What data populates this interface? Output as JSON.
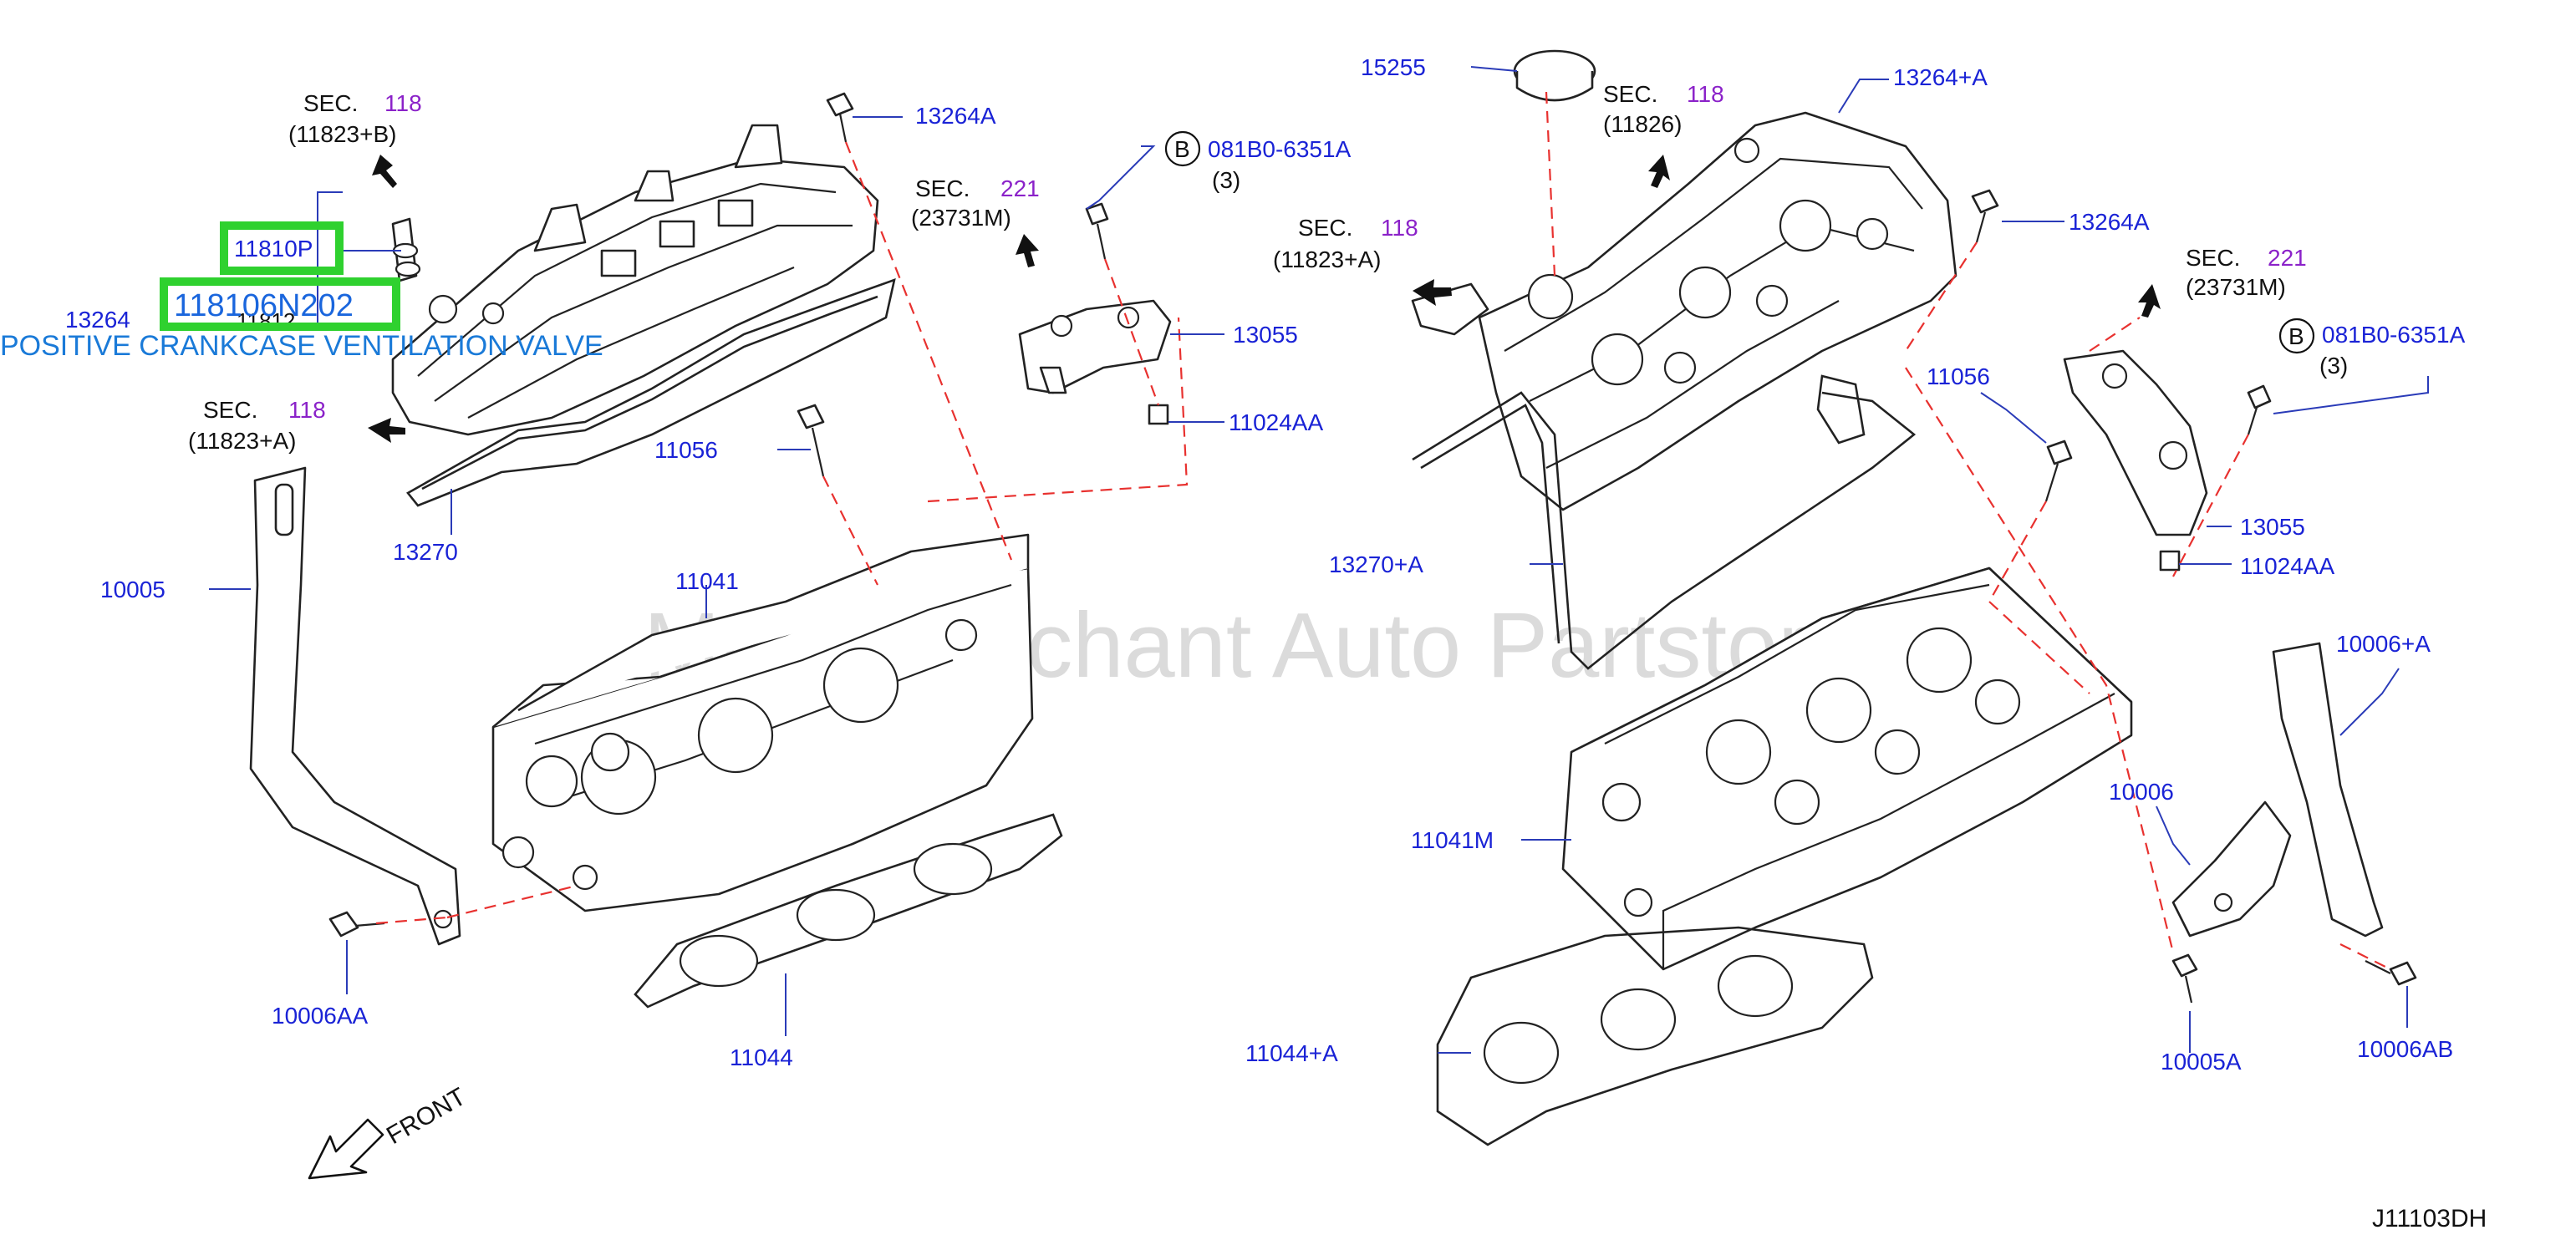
{
  "diagram_id": "J11103DH",
  "watermark": "Multi-Merchant Auto Partstore",
  "front_label": "FRONT",
  "highlight": {
    "part_number": "118106N202",
    "part_number_short": "11810P",
    "overlay_number": "11812",
    "description": "POSITIVE CRANKCASE VENTILATION VALVE",
    "highlight_color": "#2fd12f"
  },
  "sections": [
    {
      "prefix": "SEC.",
      "num": "118",
      "ref": "(11823+B)"
    },
    {
      "prefix": "SEC.",
      "num": "118",
      "ref": "(11823+A)"
    },
    {
      "prefix": "SEC.",
      "num": "221",
      "ref": "(23731M)"
    },
    {
      "prefix": "SEC.",
      "num": "118",
      "ref": "(11826)"
    },
    {
      "prefix": "SEC.",
      "num": "118",
      "ref": "(11823+A)"
    },
    {
      "prefix": "SEC.",
      "num": "221",
      "ref": "(23731M)"
    }
  ],
  "bolt_refs": [
    {
      "circle": "B",
      "code": "081B0-6351A",
      "qty": "(3)"
    },
    {
      "circle": "B",
      "code": "081B0-6351A",
      "qty": "(3)"
    }
  ],
  "left_labels": [
    "13264A",
    "13264",
    "13270",
    "11056",
    "13055",
    "11024AA",
    "10005",
    "11041",
    "10006AA",
    "11044"
  ],
  "right_labels": [
    "15255",
    "13264+A",
    "13264A",
    "13270+A",
    "11056",
    "13055",
    "11024AA",
    "10006+A",
    "10006",
    "11041M",
    "11044+A",
    "10005A",
    "10006AB"
  ],
  "colors": {
    "part_label": "#1a23d6",
    "section_number": "#8b22c9",
    "dashed_line": "#e8312f",
    "outline": "#222222"
  }
}
